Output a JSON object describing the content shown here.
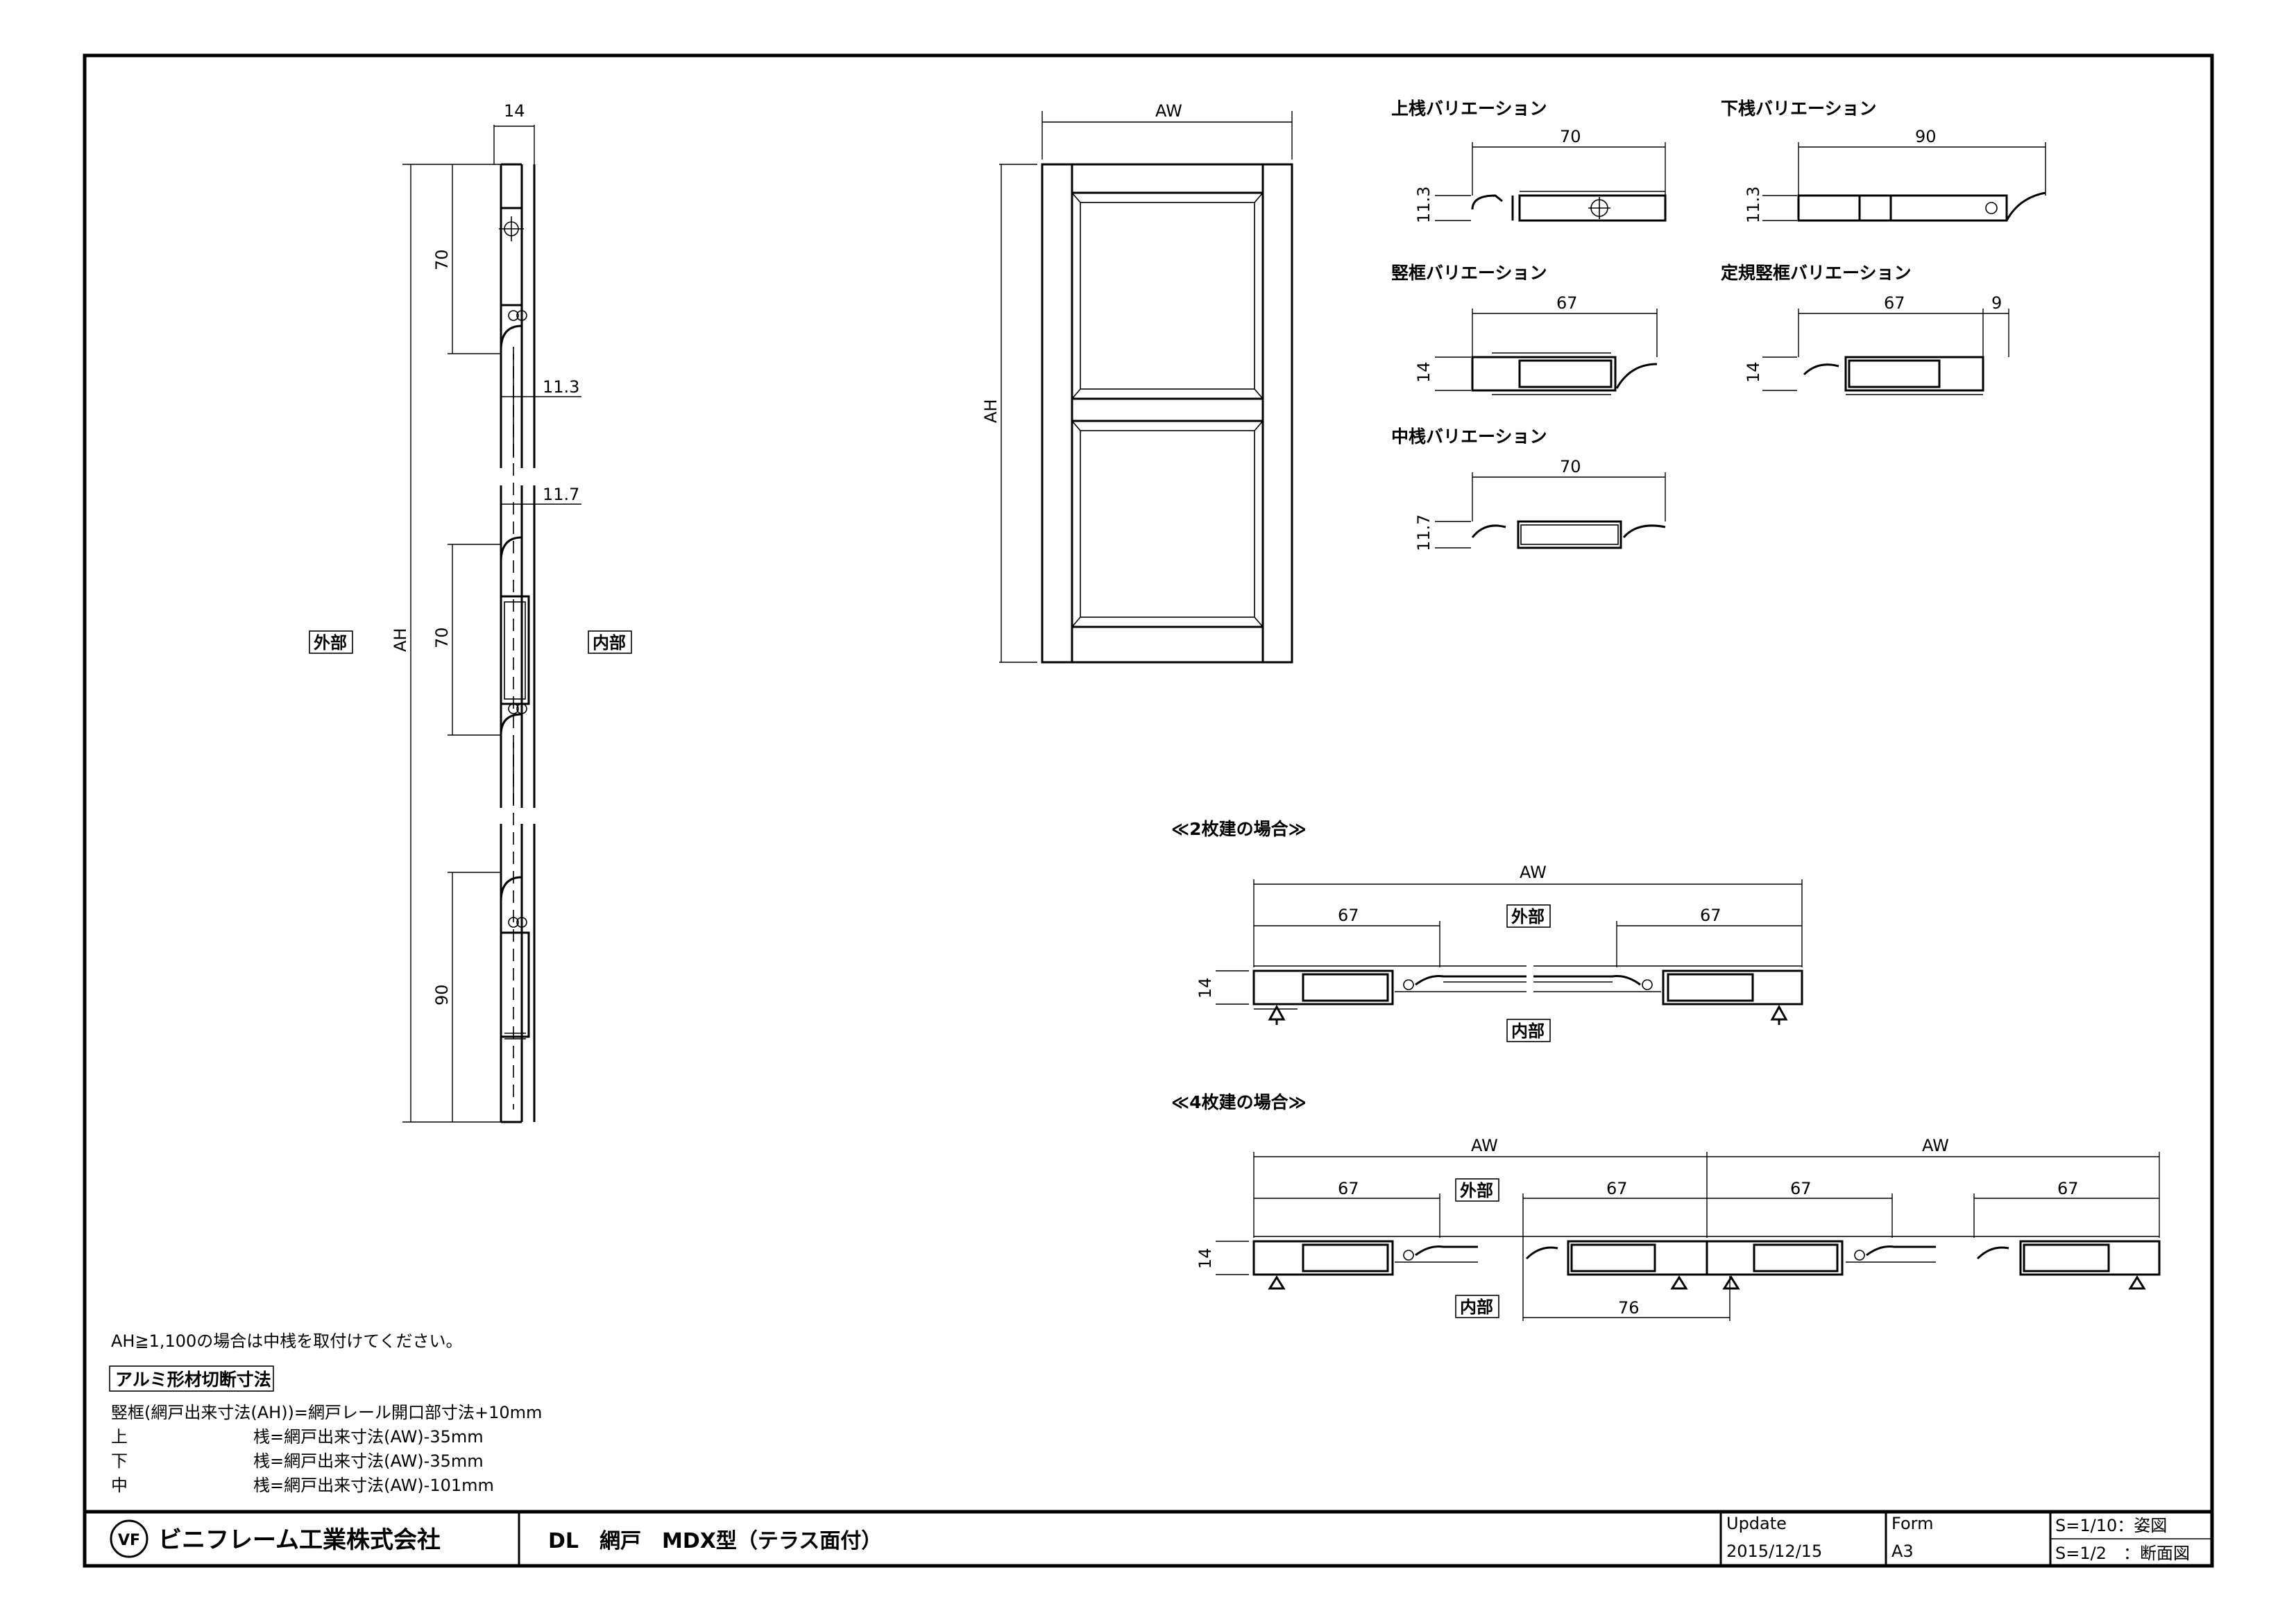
{
  "labels": {
    "exterior": "外部",
    "interior": "内部",
    "AH": "AH",
    "AW": "AW"
  },
  "section_view": {
    "width_dim": "14",
    "top_rail_dim": "70",
    "top_offset": "11.3",
    "mid_offset": "11.7",
    "mid_rail_dim": "70",
    "bottom_rail_dim": "90"
  },
  "variations": {
    "top": {
      "title": "上桟バリエーション",
      "width": "70",
      "height": "11.3"
    },
    "bottom": {
      "title": "下桟バリエーション",
      "width": "90",
      "height": "11.3"
    },
    "stile": {
      "title": "竪框バリエーション",
      "width": "67",
      "height": "14"
    },
    "fixed_stile": {
      "title": "定規竪框バリエーション",
      "width": "67",
      "extra": "9",
      "height": "14"
    },
    "middle": {
      "title": "中桟バリエーション",
      "width": "70",
      "height": "11.7"
    }
  },
  "case2": {
    "title": "≪2枚建の場合≫",
    "aw": "AW",
    "left": "67",
    "right": "67",
    "height": "14"
  },
  "case4": {
    "title": "≪4枚建の場合≫",
    "aw1": "AW",
    "aw2": "AW",
    "d1": "67",
    "d2": "67",
    "d3": "67",
    "d4": "67",
    "height": "14",
    "overlap": "76"
  },
  "notes": {
    "line1": "AH≧1,100の場合は中桟を取付けてください。",
    "heading": "アルミ形材切断寸法",
    "rows": [
      {
        "key": "竪框(網戸出来寸法(AH))=網戸レール開口部寸法+10mm",
        "val": ""
      },
      {
        "key": "上",
        "val": "桟=網戸出来寸法(AW)-35mm"
      },
      {
        "key": "下",
        "val": "桟=網戸出来寸法(AW)-35mm"
      },
      {
        "key": "中",
        "val": "桟=網戸出来寸法(AW)-101mm"
      }
    ]
  },
  "title_block": {
    "company": "ビニフレーム工業株式会社",
    "logo_mark": "VF",
    "drawing_title": "DL　網戸　MDX型（テラス面付）",
    "update_label": "Update",
    "update_date": "2015/12/15",
    "form_label": "Form",
    "form_value": "A3",
    "scale1": "S=1/10：姿図",
    "scale2": "S=1/2　：断面図"
  }
}
